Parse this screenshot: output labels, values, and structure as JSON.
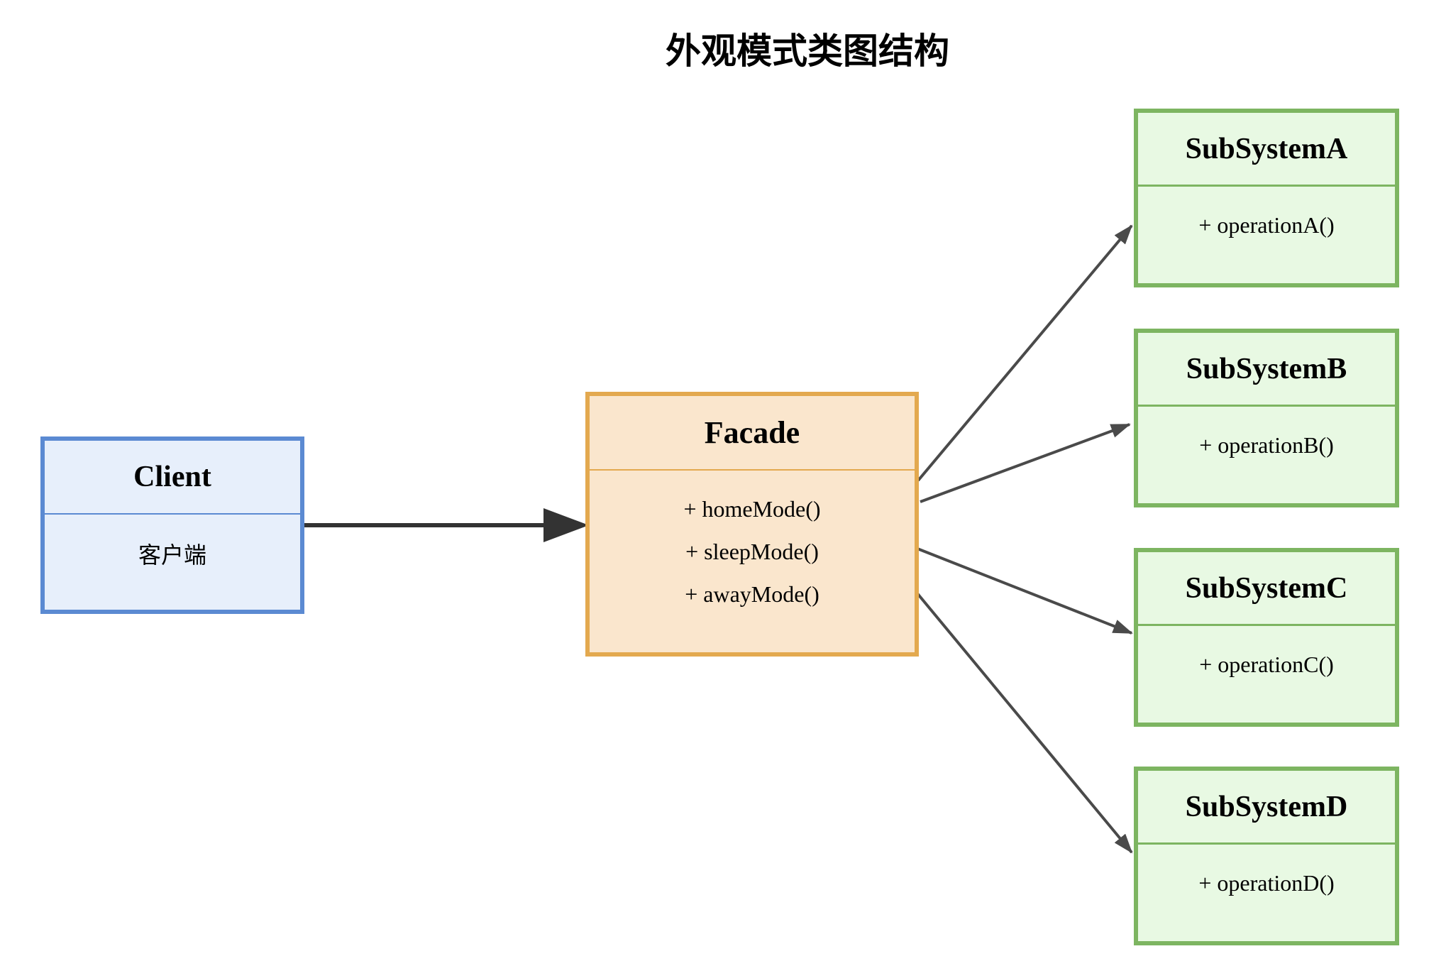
{
  "title": "外观模式类图结构",
  "colors": {
    "client_border": "#5b8ad2",
    "client_fill": "#e7effb",
    "facade_border": "#e3a94f",
    "facade_fill": "#fae6cd",
    "subsystem_border": "#7db561",
    "subsystem_fill": "#e8f9e3",
    "arrow": "#4a4a4a",
    "client_arrow": "#333333"
  },
  "client": {
    "name": "Client",
    "label_cn": "客户端"
  },
  "facade": {
    "name": "Facade",
    "methods": [
      "+ homeMode()",
      "+ sleepMode()",
      "+ awayMode()"
    ]
  },
  "subsystems": [
    {
      "name": "SubSystemA",
      "method": "+ operationA()"
    },
    {
      "name": "SubSystemB",
      "method": "+ operationB()"
    },
    {
      "name": "SubSystemC",
      "method": "+ operationC()"
    },
    {
      "name": "SubSystemD",
      "method": "+ operationD()"
    }
  ]
}
